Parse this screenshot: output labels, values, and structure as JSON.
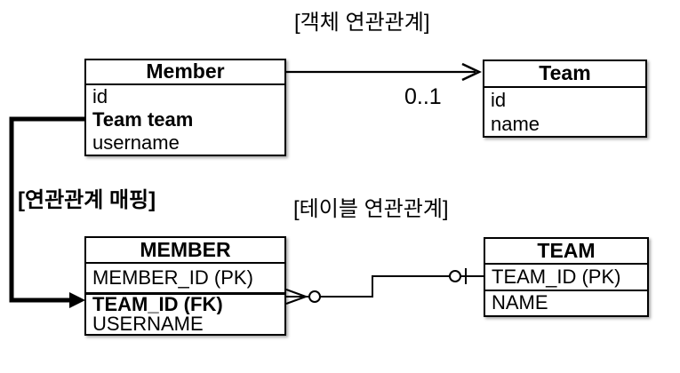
{
  "labels": {
    "object_association": "[객체 연관관계]",
    "table_association": "[테이블 연관관계]",
    "mapping": "[연관관계 매핑]",
    "multiplicity": "0..1"
  },
  "object_diagram": {
    "member_class": {
      "title": "Member",
      "fields": [
        "id",
        "Team team",
        "username"
      ]
    },
    "team_class": {
      "title": "Team",
      "fields": [
        "id",
        "name"
      ]
    }
  },
  "table_diagram": {
    "member_table": {
      "title": "MEMBER",
      "columns": [
        "MEMBER_ID (PK)",
        "TEAM_ID (FK)",
        "USERNAME"
      ]
    },
    "team_table": {
      "title": "TEAM",
      "columns": [
        "TEAM_ID (PK)",
        "NAME"
      ]
    }
  },
  "colors": {
    "line": "#000000",
    "background": "#ffffff"
  }
}
